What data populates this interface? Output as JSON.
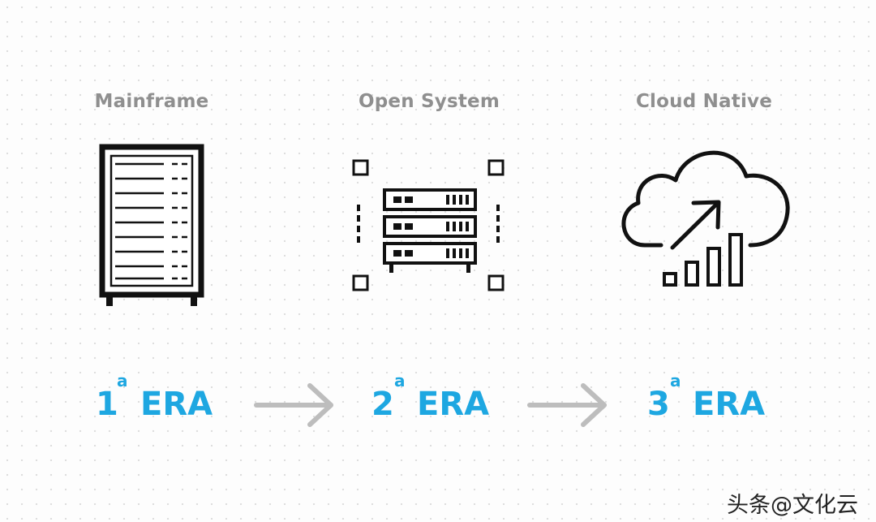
{
  "eras": [
    {
      "title": "Mainframe",
      "number": "1",
      "superscript": "a",
      "word": "ERA",
      "icon": "mainframe-rack-icon"
    },
    {
      "title": "Open System",
      "number": "2",
      "superscript": "a",
      "word": "ERA",
      "icon": "server-stack-icon"
    },
    {
      "title": "Cloud Native",
      "number": "3",
      "superscript": "a",
      "word": "ERA",
      "icon": "cloud-growth-icon"
    }
  ],
  "colors": {
    "title": "#8f8f8f",
    "accent": "#1ea7e1",
    "arrow": "#bdbdbd",
    "icon": "#111111"
  },
  "watermark": "头条@文化云"
}
